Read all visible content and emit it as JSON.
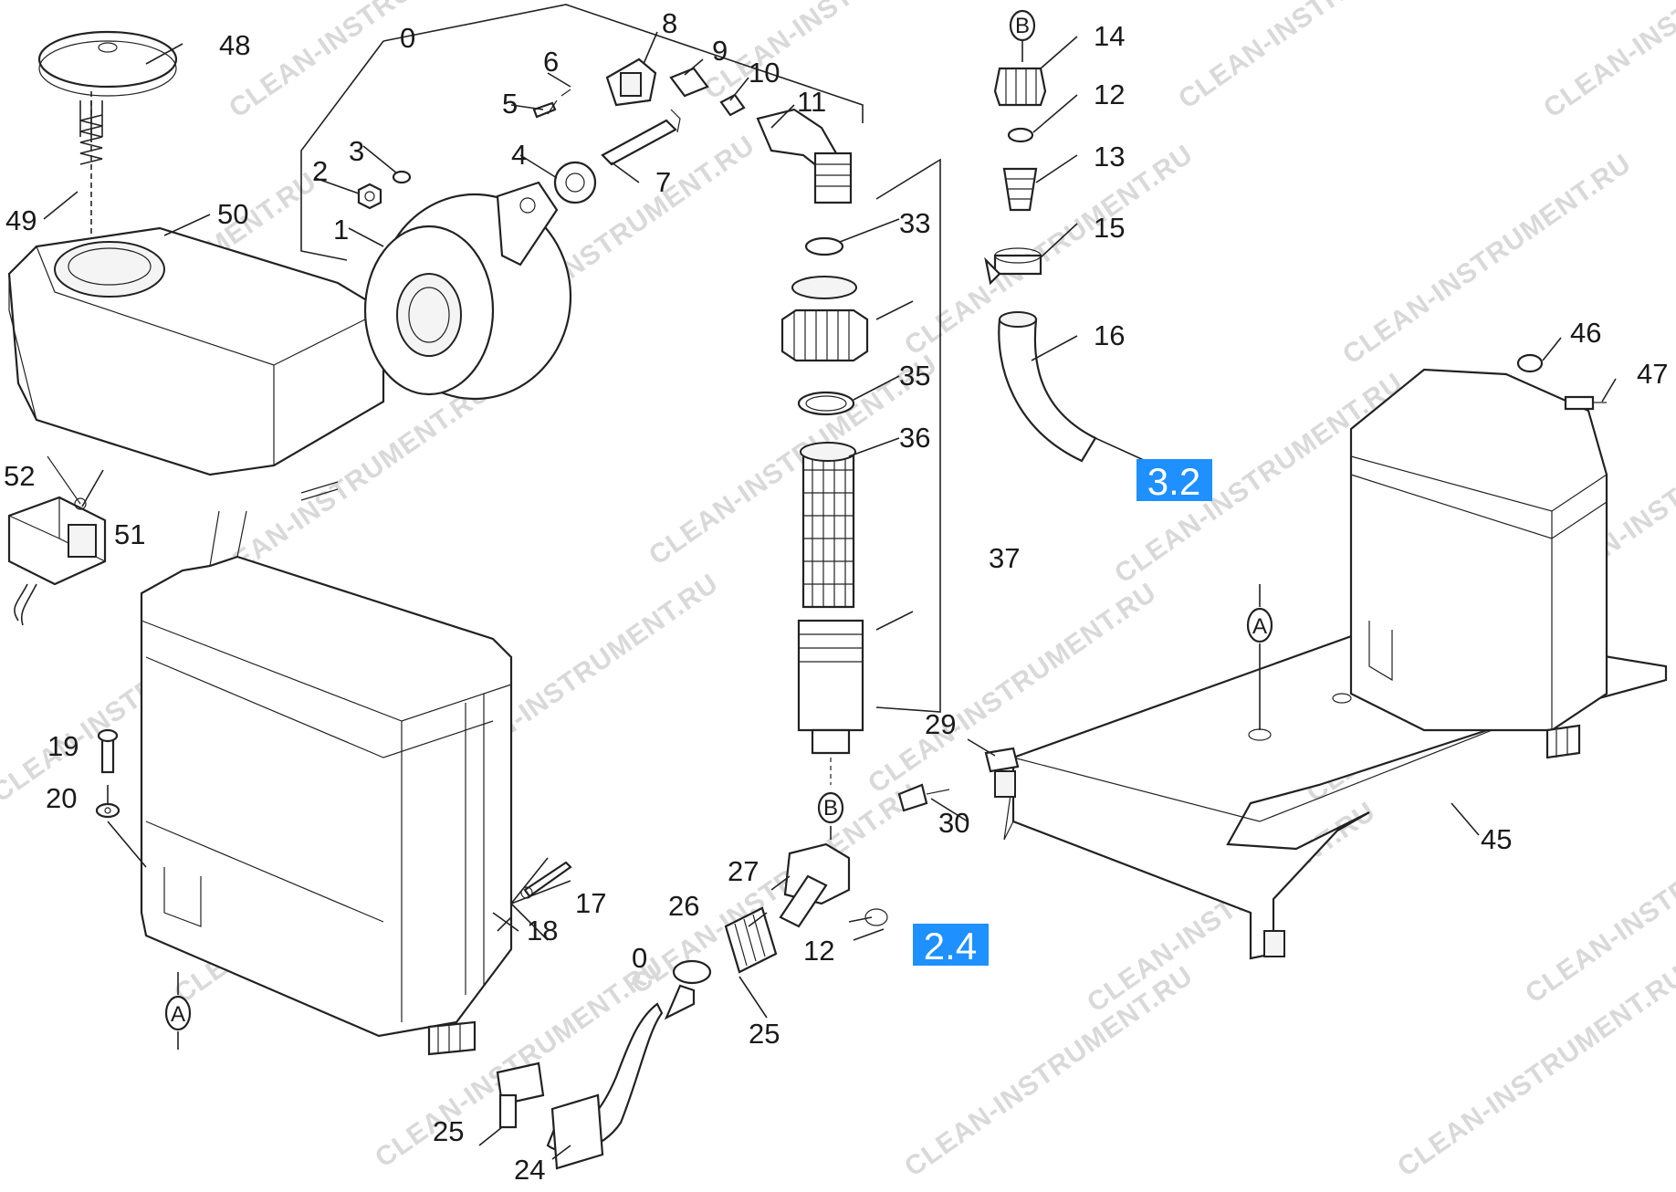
{
  "diagram": {
    "part_numbers": {
      "p0_top": "0",
      "p0_bottom": "0",
      "p1": "1",
      "p2": "2",
      "p3": "3",
      "p4": "4",
      "p5": "5",
      "p6": "6",
      "p7": "7",
      "p8": "8",
      "p9": "9",
      "p10": "10",
      "p11": "11",
      "p12_top": "12",
      "p12_bottom": "12",
      "p13": "13",
      "p14": "14",
      "p15": "15",
      "p16": "16",
      "p17": "17",
      "p18": "18",
      "p19": "19",
      "p20": "20",
      "p24": "24",
      "p25_a": "25",
      "p25_b": "25",
      "p26": "26",
      "p27": "27",
      "p29": "29",
      "p30": "30",
      "p33": "33",
      "p35": "35",
      "p36": "36",
      "p37": "37",
      "p45": "45",
      "p46": "46",
      "p47": "47",
      "p48": "48",
      "p49": "49",
      "p50": "50",
      "p51": "51",
      "p52": "52"
    },
    "reference_badges": {
      "ref_upper": "3.2",
      "ref_lower": "2.4"
    },
    "connection_markers": {
      "b_top": "B",
      "b_bottom": "B",
      "a_left": "A",
      "a_right": "A"
    },
    "watermark": "CLEAN-INSTRUMENT.RU",
    "colors": {
      "badge": "#1e90ff",
      "line": "#222222",
      "watermark": "#d9d9d9"
    }
  }
}
